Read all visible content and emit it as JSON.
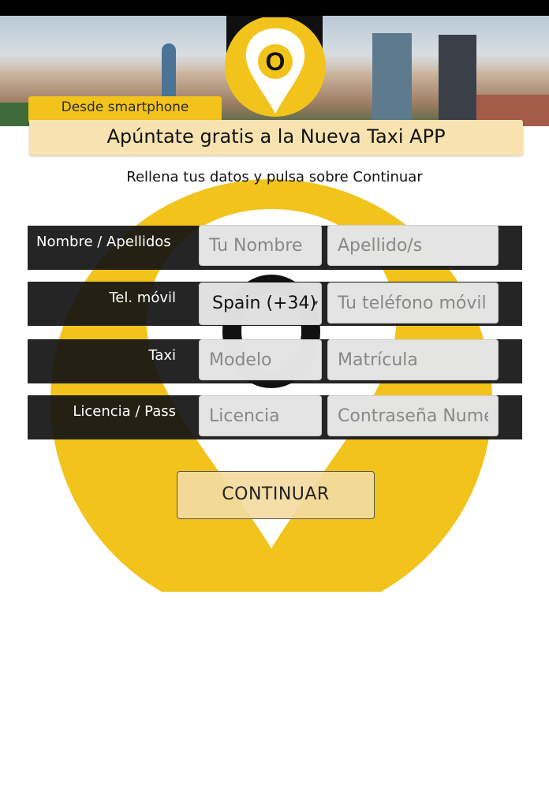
{
  "header": {
    "tab_label": "Desde smartphone",
    "headline": "Apúntate gratis a la Nueva Taxi APP",
    "logo_letter": "O",
    "logo_icon": "map-pin-logo-icon"
  },
  "subtitle": "Rellena tus datos y pulsa sobre Continuar",
  "form": {
    "rows": [
      {
        "label": "Nombre / Apellidos",
        "field1_placeholder": "Tu Nombre",
        "field2_placeholder": "Apellido/s"
      },
      {
        "label": "Tel. móvil",
        "country_select": "Spain (+34)",
        "field2_placeholder": "Tu teléfono móvil"
      },
      {
        "label": "Taxi",
        "field1_placeholder": "Modelo",
        "field2_placeholder": "Matrícula"
      },
      {
        "label": "Licencia / Pass",
        "field1_placeholder": "Licencia",
        "field2_placeholder": "Contraseña Numérica"
      }
    ],
    "submit_label": "CONTINUAR"
  },
  "colors": {
    "brand_yellow": "#F2C31A",
    "headline_bg": "#F8E3B0",
    "row_bg": "#141414",
    "button_bg": "#F3DAA0"
  }
}
